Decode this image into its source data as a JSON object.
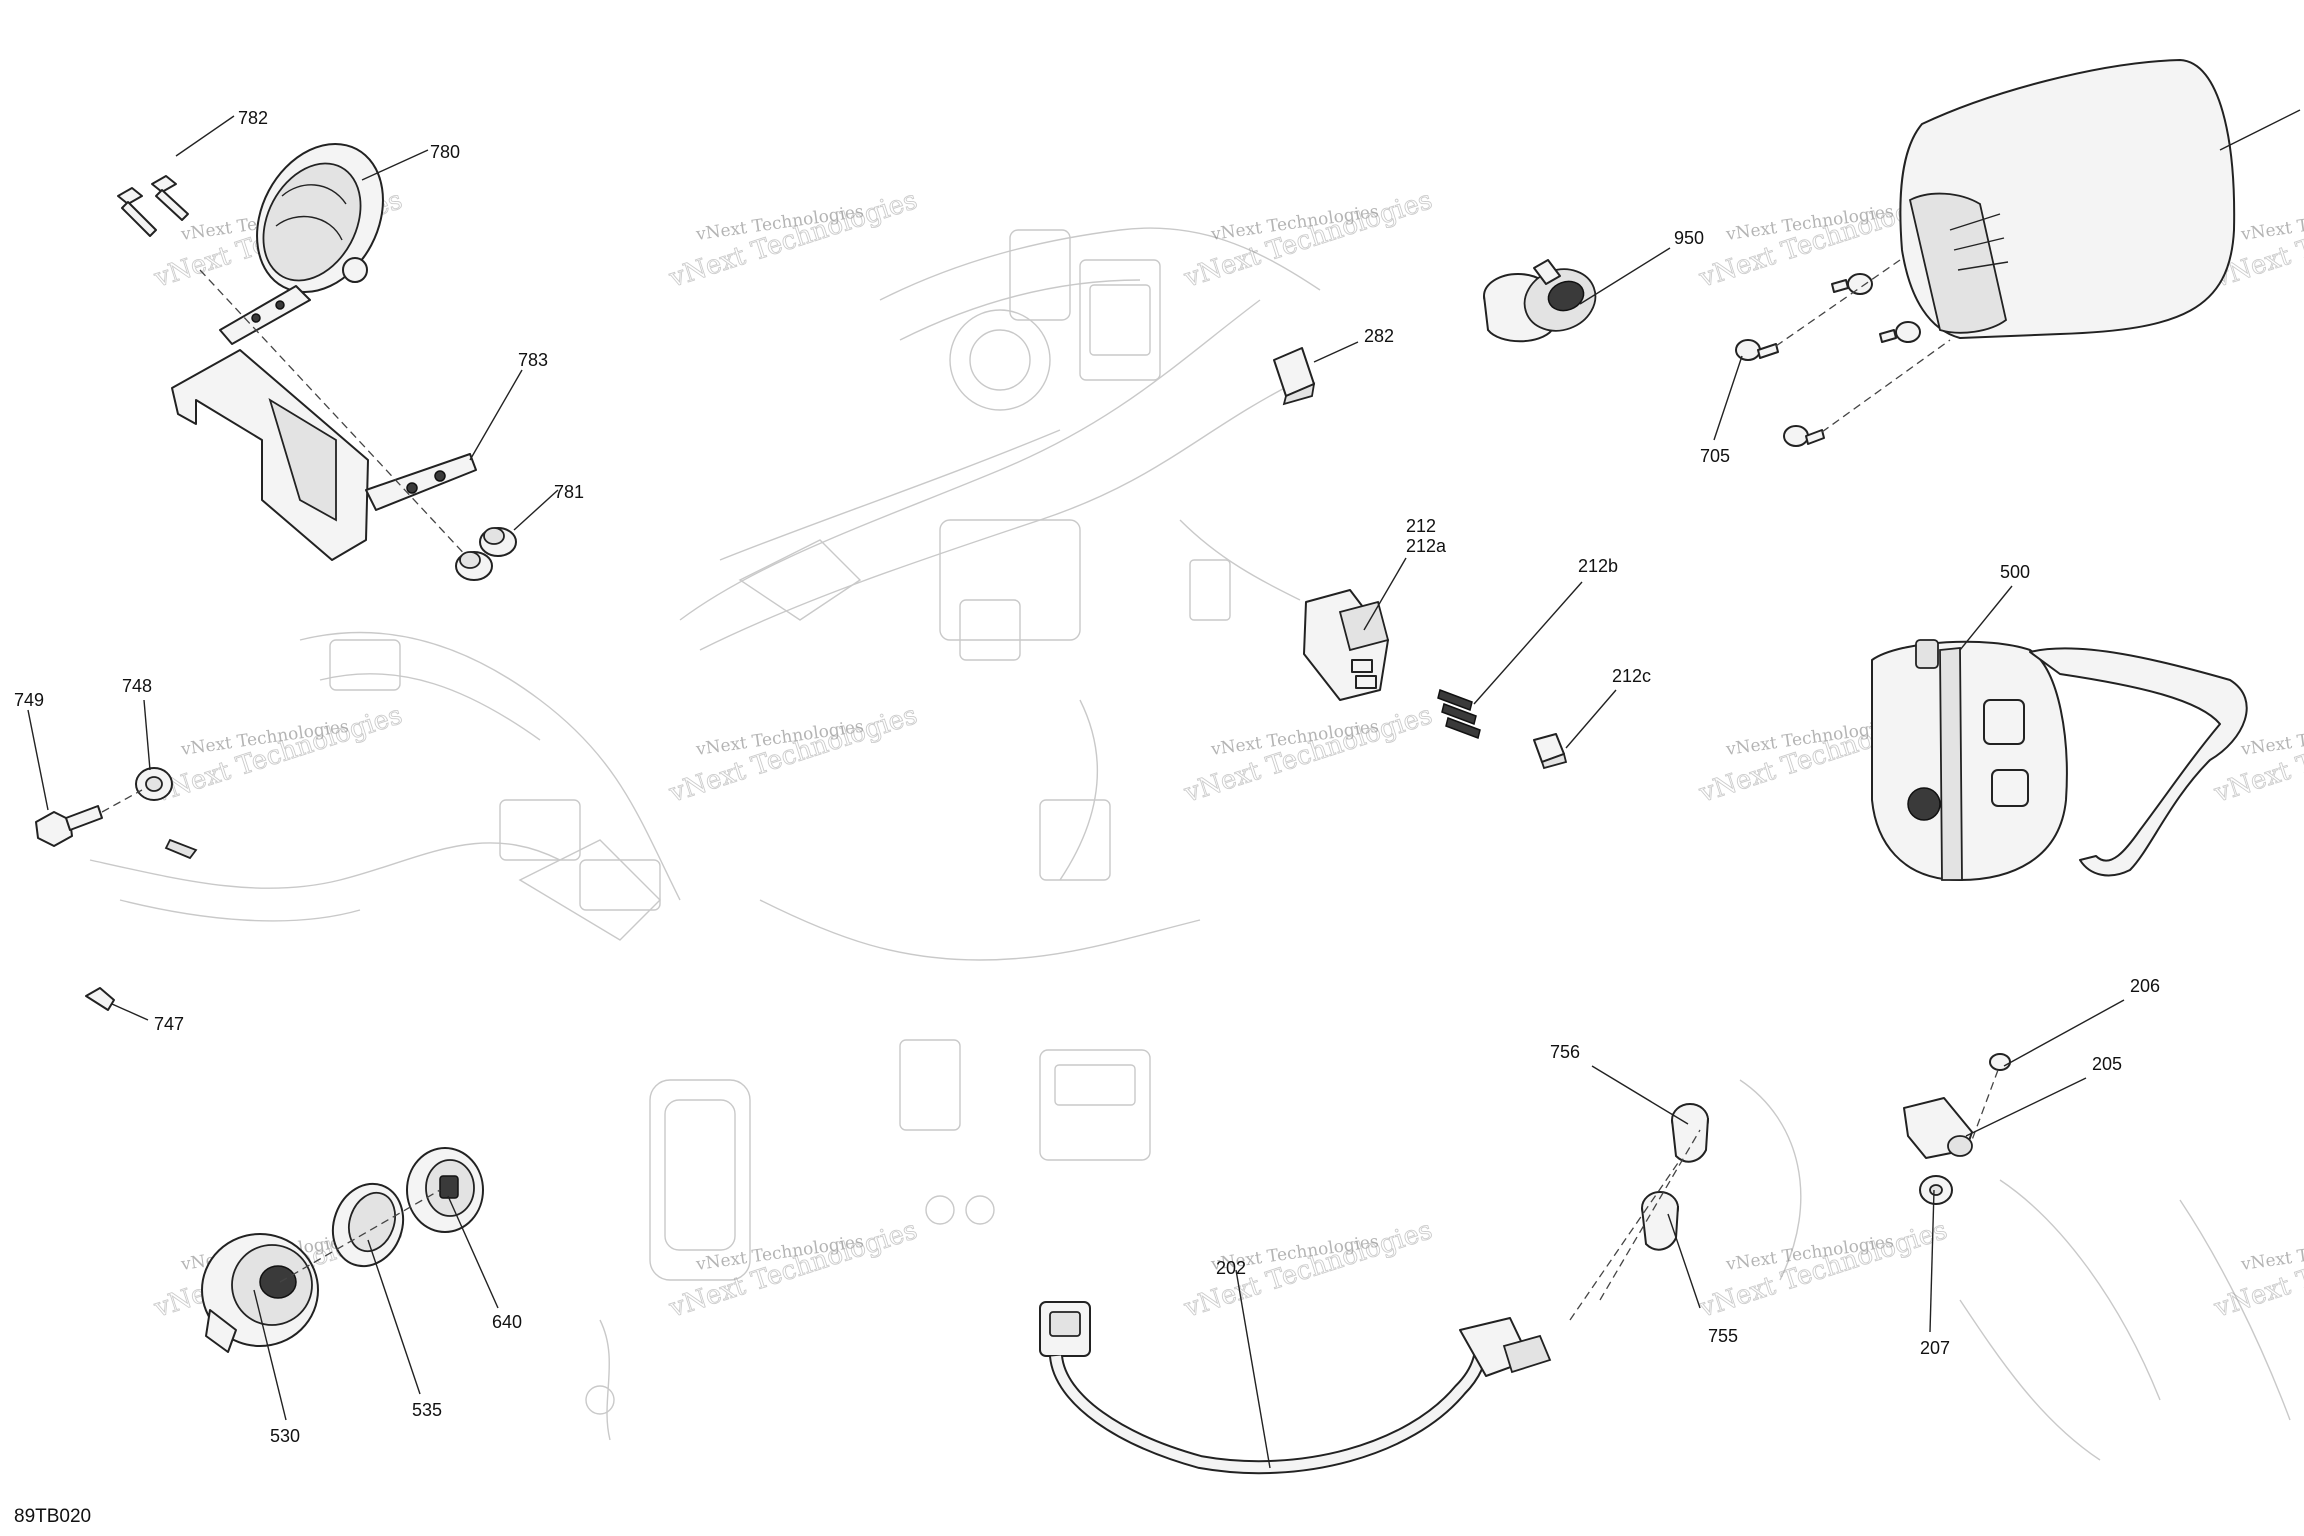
{
  "diagram_code": "89TB020",
  "watermark": {
    "line1": "vNext Technologies",
    "line2": "vNext Technologies"
  },
  "callouts": [
    "782",
    "780",
    "783",
    "781",
    "749",
    "748",
    "747",
    "530",
    "535",
    "640",
    "282",
    "950",
    "705",
    "212",
    "212a",
    "212b",
    "212c",
    "500",
    "206",
    "205",
    "207",
    "756",
    "755",
    "202"
  ]
}
